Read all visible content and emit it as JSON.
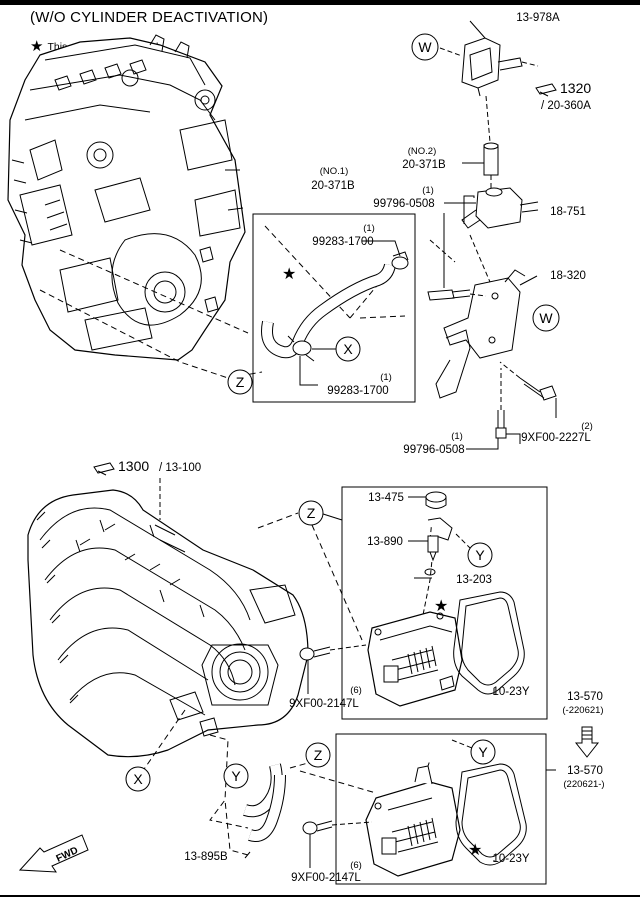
{
  "header": {
    "title": "(W/O CYLINDER DEACTIVATION)",
    "note_symbol": "★",
    "note": "This part is not serviced."
  },
  "refs": {
    "ref_1320": "1320",
    "ref_1320_sub": "/ 20-360A",
    "ref_1300": "1300",
    "ref_1300_sub": "/ 13-100"
  },
  "callouts": {
    "W": "W",
    "X": "X",
    "Y": "Y",
    "Z": "Z"
  },
  "parts": {
    "p13978A": "13-978A",
    "p20371B_no2_qual": "(NO.2)",
    "p20371B_no2": "20-371B",
    "p20371B_no1_qual": "(NO.1)",
    "p20371B_no1": "20-371B",
    "p99796_top_qty": "(1)",
    "p99796_top": "99796-0508",
    "p18751": "18-751",
    "p99283_top_qty": "(1)",
    "p99283_top": "99283-1700",
    "p18320": "18-320",
    "p99283_bot": "99283-1700",
    "p99283_bot_qty": "(1)",
    "p9XF00_2227L_qty": "(2)",
    "p9XF00_2227L": "9XF00-2227L",
    "p99796_bot_qty": "(1)",
    "p99796_bot": "99796-0508",
    "p13475": "13-475",
    "p13890": "13-890",
    "p13203": "13-203",
    "p10_23Y_a": "10-23Y",
    "p13570_a": "13-570",
    "p13570_a_date": "(-220621)",
    "p9XF00_2147L_a_qty": "(6)",
    "p9XF00_2147L_a": "9XF00-2147L",
    "p13570_b": "13-570",
    "p13570_b_date": "(220621-)",
    "p10_23Y_b": "10-23Y",
    "p9XF00_2147L_b_qty": "(6)",
    "p9XF00_2147L_b": "9XF00-2147L",
    "p13895B": "13-895B"
  },
  "fwd": "FWD",
  "star": "★",
  "icons": [
    "book-reference-icon",
    "down-arrow-icon",
    "forward-arrow-icon"
  ]
}
